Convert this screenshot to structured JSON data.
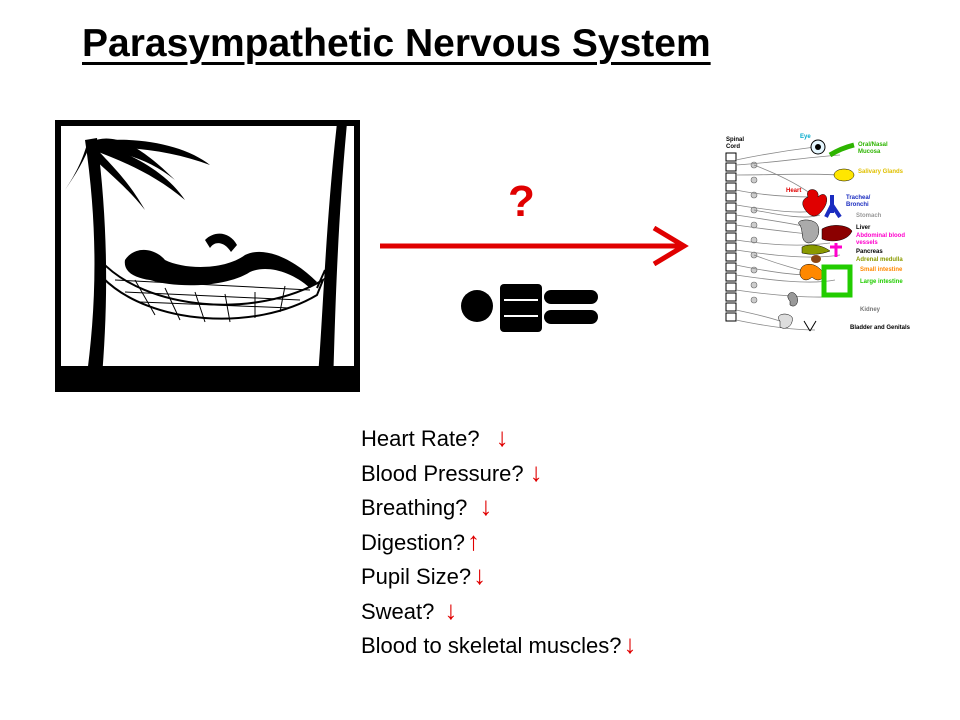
{
  "title": "Parasympathetic Nervous System",
  "question_mark": "?",
  "colors": {
    "arrow": "#e00000",
    "text": "#000000"
  },
  "diagram_labels": {
    "spinal_cord": "Spinal Cord",
    "eye": "Eye",
    "oral_nasal": "Oral/Nasal Mucosa",
    "salivary": "Salivary Glands",
    "heart": "Heart",
    "trachea": "Trachea/ Bronchi",
    "stomach": "Stomach",
    "liver": "Liver",
    "abdominal": "Abdominal blood vessels",
    "pancreas": "Pancreas",
    "adrenal": "Adrenal medulla",
    "small_intestine": "Small intestine",
    "large_intestine": "Large intestine",
    "kidney": "Kidney",
    "bladder": "Bladder and Genitals"
  },
  "effects": [
    {
      "label": "Heart Rate?",
      "arrow": "↓",
      "direction": "down"
    },
    {
      "label": "Blood Pressure?",
      "arrow": "↓",
      "direction": "down"
    },
    {
      "label": "Breathing?",
      "arrow": "↓",
      "direction": "down"
    },
    {
      "label": "Digestion?",
      "arrow": "↑",
      "direction": "up"
    },
    {
      "label": "Pupil Size?",
      "arrow": "↓",
      "direction": "down"
    },
    {
      "label": "Sweat?",
      "arrow": "↓",
      "direction": "down"
    },
    {
      "label": "Blood to skeletal muscles?",
      "arrow": "↓",
      "direction": "down"
    }
  ]
}
